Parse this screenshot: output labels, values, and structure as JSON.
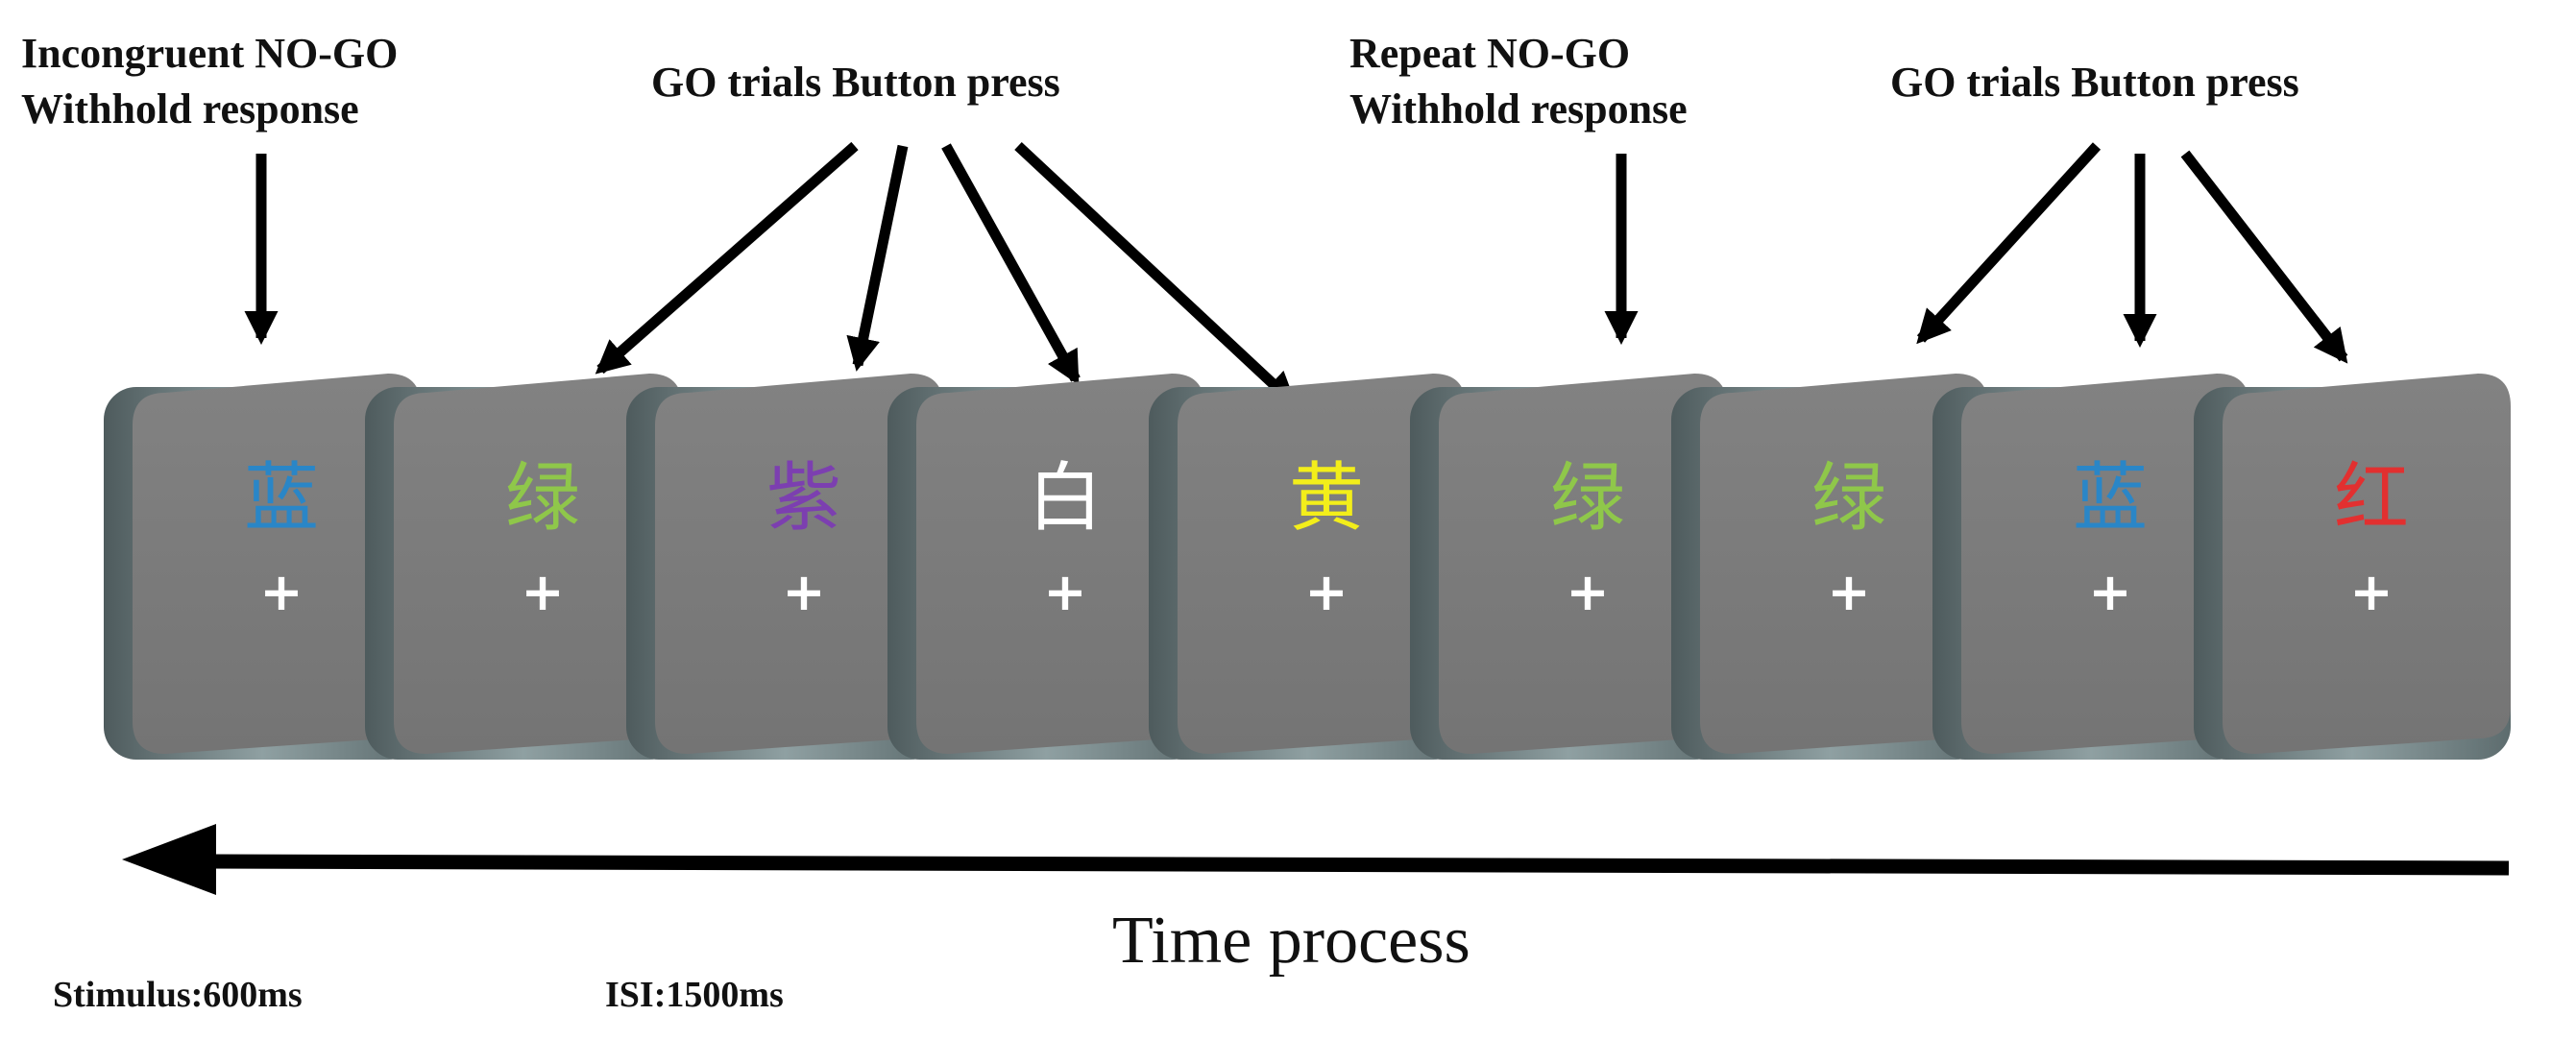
{
  "labels": {
    "incongruent_line1": "Incongruent NO-GO",
    "incongruent_line2": "Withhold response",
    "go_trials_1": "GO trials Button press",
    "repeat_line1": "Repeat NO-GO",
    "repeat_line2": "Withhold response",
    "go_trials_2": "GO trials Button press",
    "time_process": "Time process",
    "stimulus": "Stimulus:600ms",
    "isi": "ISI:1500ms"
  },
  "cards": [
    {
      "glyph": "蓝",
      "color": "#2a86c7",
      "cross": "+"
    },
    {
      "glyph": "绿",
      "color": "#8fc74a",
      "cross": "+"
    },
    {
      "glyph": "紫",
      "color": "#7c3fb0",
      "cross": "+"
    },
    {
      "glyph": "白",
      "color": "#ffffff",
      "cross": "+"
    },
    {
      "glyph": "黄",
      "color": "#f3ee1a",
      "cross": "+"
    },
    {
      "glyph": "绿",
      "color": "#8fc74a",
      "cross": "+"
    },
    {
      "glyph": "绿",
      "color": "#8fc74a",
      "cross": "+"
    },
    {
      "glyph": "蓝",
      "color": "#2a86c7",
      "cross": "+"
    },
    {
      "glyph": "红",
      "color": "#e23030",
      "cross": "+"
    }
  ],
  "colors": {
    "card_face": "#7b7b7b",
    "card_edge": "#5d6c6e",
    "arrow": "#000000"
  }
}
